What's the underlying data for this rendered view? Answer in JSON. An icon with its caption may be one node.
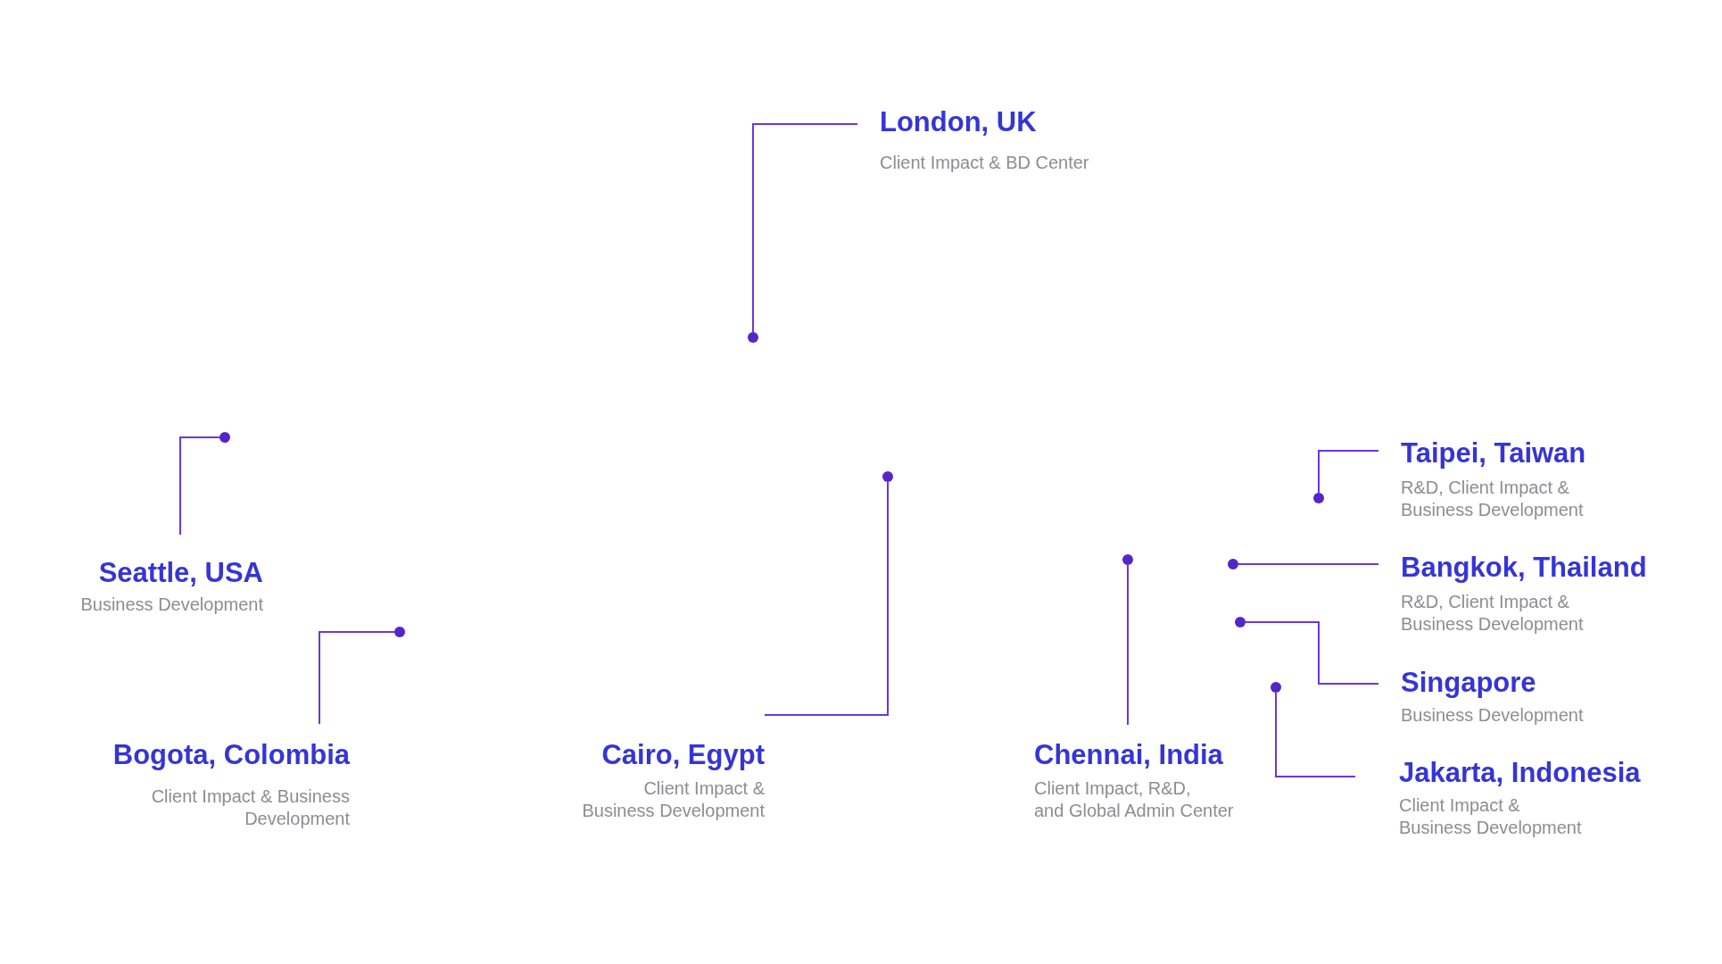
{
  "diagram": {
    "nodes": [
      {
        "text": [
          "London, UK",
          "Client Impact & BD Center"
        ]
      },
      {
        "text": [
          "Taipei, Taiwan",
          "R&D, Client Impact & Business Development"
        ]
      },
      {
        "text": [
          "Seattle, USA",
          "Business Development"
        ]
      },
      {
        "text": [
          "Bangkok, Thailand",
          "R&D, Client Impact & Business Development"
        ]
      },
      {
        "text": [
          "Singapore",
          "Business Development"
        ]
      },
      {
        "text": [
          "Bogota, Colombia",
          "Client Impact & Business Development"
        ]
      },
      {
        "text": [
          "Cairo, Egypt",
          "Client Impact & Business Development"
        ]
      },
      {
        "text": [
          "Chennai, India",
          "Client Impact, R&D, and Global Admin Center"
        ]
      },
      {
        "text": [
          "Jakarta, Indonesia",
          "Client Impact & Business Development"
        ]
      },
      {
        "text": [],
        "shape": "circle"
      },
      {
        "text": [],
        "shape": "circle"
      },
      {
        "text": [],
        "shape": "circle"
      },
      {
        "text": [],
        "shape": "circle"
      },
      {
        "text": [],
        "shape": "circle"
      },
      {
        "text": [],
        "shape": "circle"
      },
      {
        "text": [],
        "shape": "circle"
      },
      {
        "text": [],
        "shape": "circle"
      },
      {
        "text": [],
        "shape": "circle"
      }
    ],
    "edges": [
      {
        "from": 0,
        "to": 11,
        "arrow": "none"
      },
      {
        "from": 1,
        "to": 17,
        "arrow": "none"
      },
      {
        "from": 2,
        "to": 9,
        "arrow": "none"
      },
      {
        "from": 3,
        "to": 14,
        "arrow": "none"
      },
      {
        "from": 4,
        "to": 15,
        "arrow": "none"
      },
      {
        "from": 5,
        "to": 10,
        "arrow": "none"
      },
      {
        "from": 6,
        "to": 12,
        "arrow": "none"
      },
      {
        "from": 7,
        "to": 13,
        "arrow": "none"
      },
      {
        "from": 8,
        "to": 16,
        "arrow": "none"
      }
    ]
  }
}
